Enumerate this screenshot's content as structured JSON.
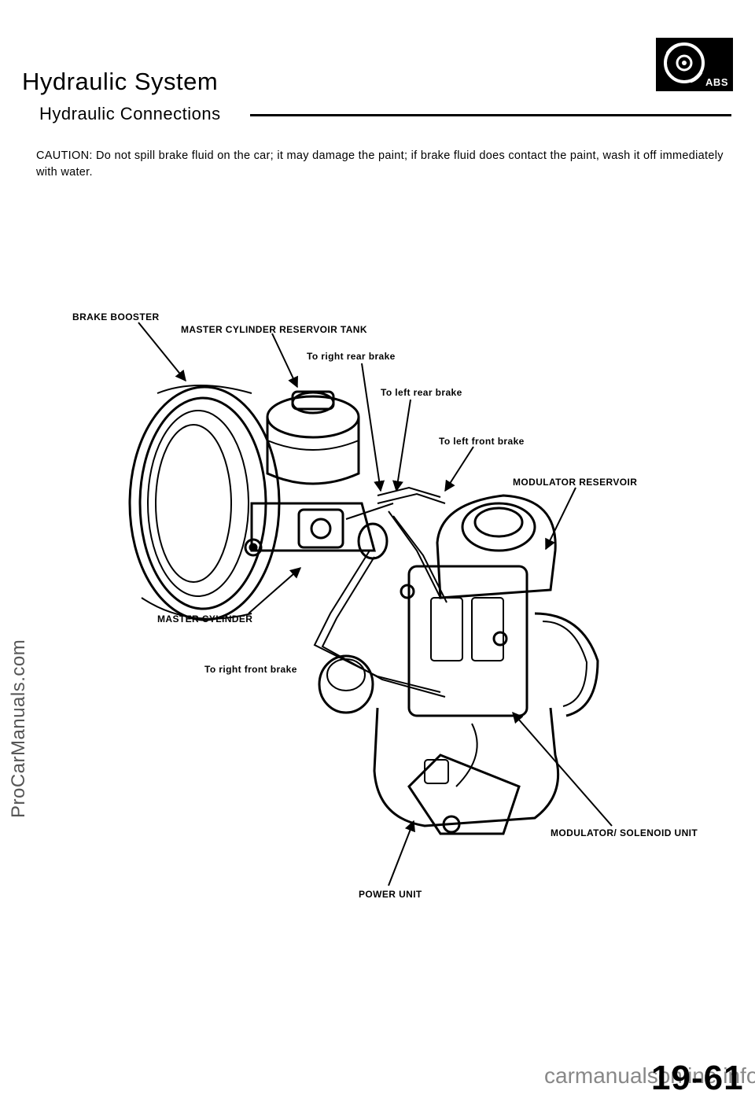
{
  "header": {
    "title": "Hydraulic System",
    "subtitle": "Hydraulic Connections",
    "badge_text": "ABS"
  },
  "caution": "CAUTION: Do not spill brake fluid on the car; it may damage the paint; if brake fluid does contact the paint, wash it off immediately with water.",
  "labels": {
    "brake_booster": "BRAKE BOOSTER",
    "master_cylinder_reservoir_tank": "MASTER CYLINDER RESERVOIR TANK",
    "to_right_rear_brake": "To right rear brake",
    "to_left_rear_brake": "To left rear brake",
    "to_left_front_brake": "To left front brake",
    "modulator_reservoir": "MODULATOR RESERVOIR",
    "master_cylinder": "MASTER CYLINDER",
    "to_right_front_brake": "To right front brake",
    "modulator_solenoid_unit": "MODULATOR/ SOLENOID UNIT",
    "power_unit": "POWER UNIT"
  },
  "side_watermark": "ProCarManuals.com",
  "footer": {
    "page_number": "19-61",
    "watermark": "carmanualsonline.info"
  }
}
